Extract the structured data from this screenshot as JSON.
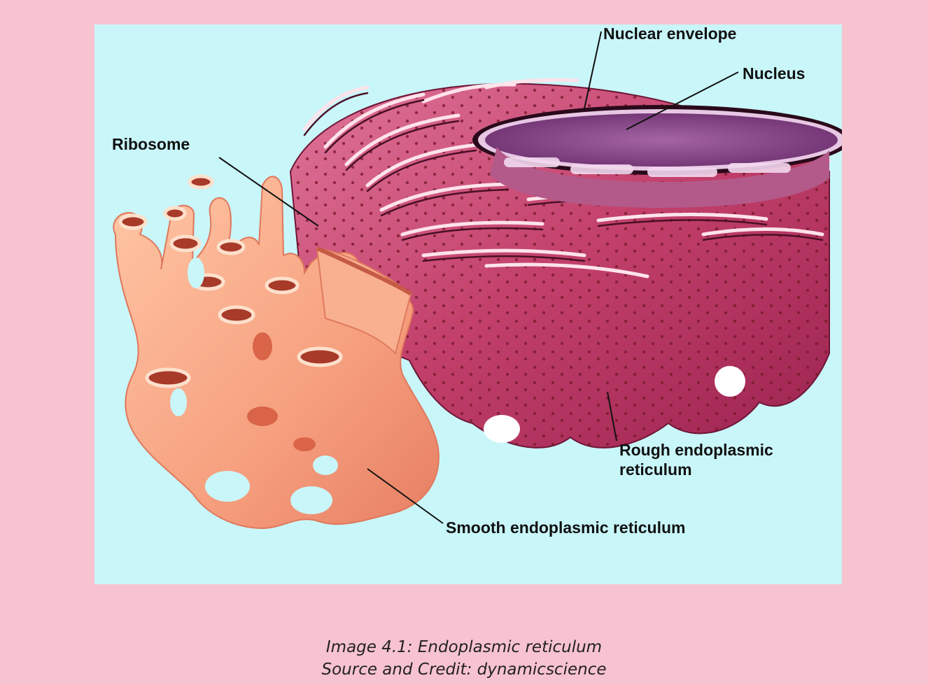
{
  "figure": {
    "labels": {
      "nuclear_envelope": "Nuclear envelope",
      "nucleus": "Nucleus",
      "ribosome": "Ribosome",
      "rough_er_line1": "Rough endoplasmic",
      "rough_er_line2": "reticulum",
      "smooth_er": "Smooth endoplasmic reticulum"
    },
    "colors": {
      "background": "#c9f6f9",
      "rough_er": "#c0436d",
      "smooth_er": "#f7a382",
      "nucleus": "#8e4a8e",
      "page": "#f8c3d1"
    }
  },
  "caption": {
    "line1": "Image 4.1: Endoplasmic reticulum",
    "line2": "Source and Credit: dynamicscience"
  }
}
